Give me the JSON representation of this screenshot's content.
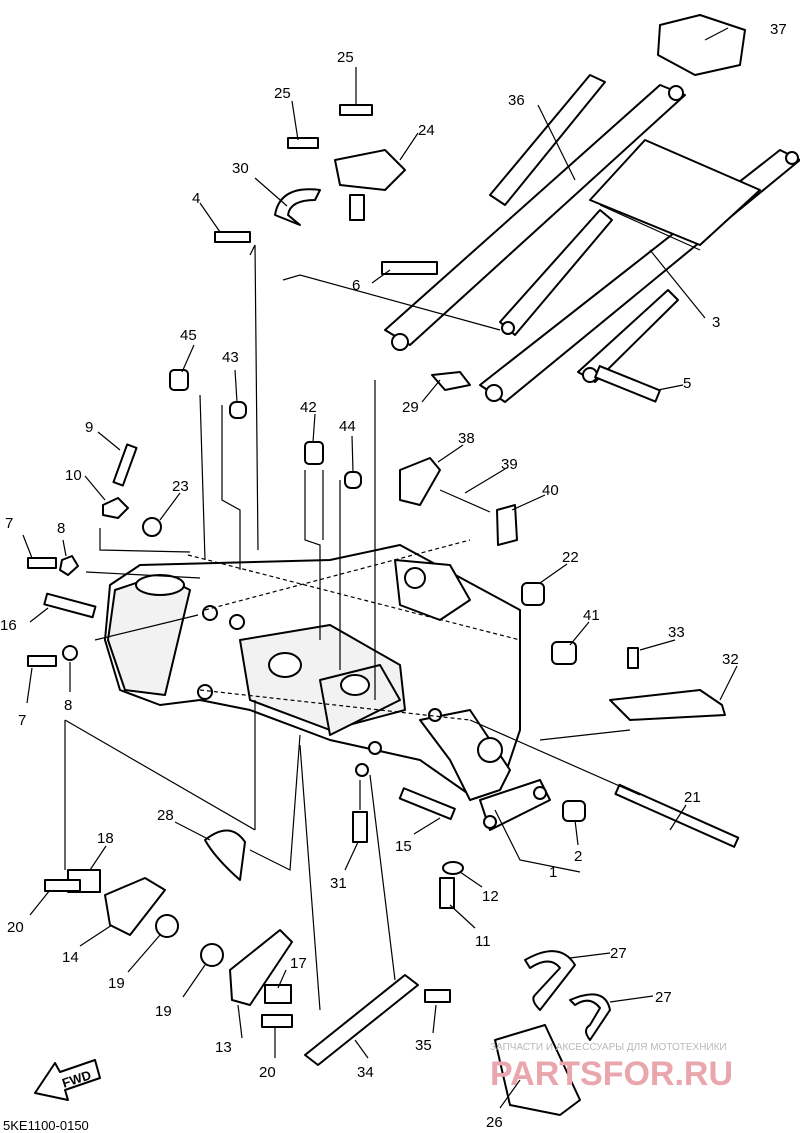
{
  "diagram": {
    "drawing_code": "5KE1100-0150",
    "fwd_arrow_label": "FWD",
    "watermark": {
      "top_line": "ЗАПЧАСТИ И АКСЕССУАРЫ ДЛЯ МОТОТЕХНИКИ",
      "brand": "PARTSFOR.RU"
    },
    "callouts": [
      "1",
      "2",
      "3",
      "4",
      "5",
      "6",
      "7",
      "7",
      "8",
      "8",
      "9",
      "10",
      "11",
      "12",
      "13",
      "14",
      "15",
      "16",
      "17",
      "18",
      "19",
      "19",
      "20",
      "20",
      "21",
      "22",
      "23",
      "24",
      "25",
      "25",
      "26",
      "27",
      "27",
      "28",
      "29",
      "30",
      "31",
      "32",
      "33",
      "34",
      "35",
      "36",
      "37",
      "38",
      "39",
      "40",
      "41",
      "42",
      "43",
      "44",
      "45"
    ]
  }
}
